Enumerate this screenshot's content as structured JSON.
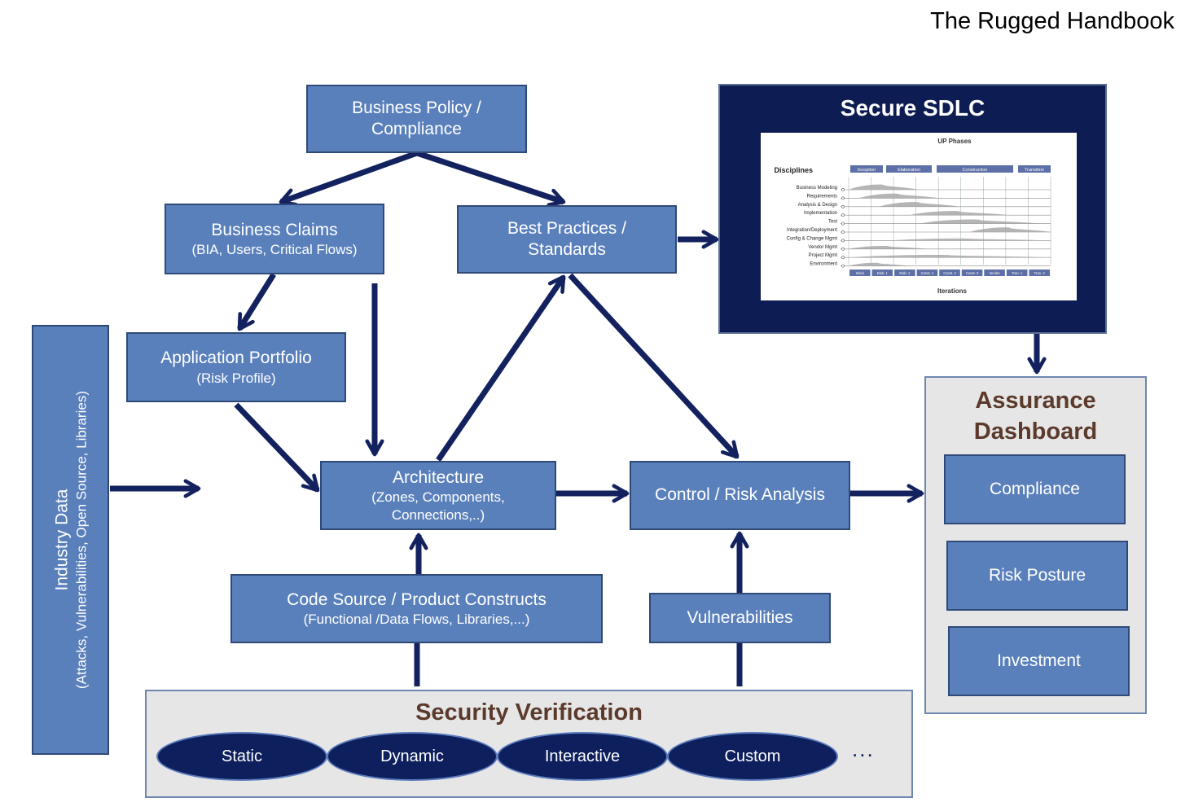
{
  "header": {
    "title": "The Rugged Handbook"
  },
  "boxes": {
    "business_policy": {
      "title": "Business Policy /",
      "title2": "Compliance"
    },
    "business_claims": {
      "title": "Business Claims",
      "subtitle": "(BIA, Users, Critical Flows)"
    },
    "best_practices": {
      "title": "Best Practices /",
      "title2": "Standards"
    },
    "app_portfolio": {
      "title": "Application Portfolio",
      "subtitle": "(Risk Profile)"
    },
    "architecture": {
      "title": "Architecture",
      "subtitle": "(Zones, Components,",
      "subtitle2": "Connections,..)"
    },
    "control_risk": {
      "title": "Control / Risk Analysis"
    },
    "code_source": {
      "title": "Code Source / Product Constructs",
      "subtitle": "(Functional /Data Flows, Libraries,...)"
    },
    "vulnerabilities": {
      "title": "Vulnerabilities"
    },
    "industry_data": {
      "title": "Industry Data",
      "subtitle": "(Attacks, Vulnerabilities, Open Source, Libraries)"
    }
  },
  "secure_sdlc": {
    "title": "Secure SDLC",
    "chart": {
      "heading": "UP Phases",
      "disciplines_label": "Disciplines",
      "phases": [
        "Inception",
        "Elaboration",
        "Construction",
        "Transition"
      ],
      "disciplines": [
        "Business Modeling",
        "Requirements",
        "Analysis & Design",
        "Implementation",
        "Test",
        "Integration/Deployment",
        "Config & Change Mgmt",
        "Vendor Mgmt",
        "Project Mgmt",
        "Environment"
      ],
      "iterations": [
        "Initial",
        "Elab. 1",
        "Elab. 2",
        "Const. 1",
        "Const. 2",
        "Const. 3",
        "Vendor",
        "Tran. 1",
        "Tran. 2"
      ],
      "footer": "Iterations"
    }
  },
  "assurance": {
    "title": "Assurance",
    "title2": "Dashboard",
    "items": [
      "Compliance",
      "Risk Posture",
      "Investment"
    ]
  },
  "security_verification": {
    "title": "Security Verification",
    "methods": [
      "Static",
      "Dynamic",
      "Interactive",
      "Custom"
    ],
    "more": "..."
  },
  "colors": {
    "box_fill": "#5a80bc",
    "box_border": "#2f4a78",
    "arrow": "#13225e",
    "sdlc_fill": "#0d1c52",
    "panel_fill": "#e6e6e6",
    "panel_title": "#5b3a2c",
    "pill_fill": "#0d1f5c"
  }
}
